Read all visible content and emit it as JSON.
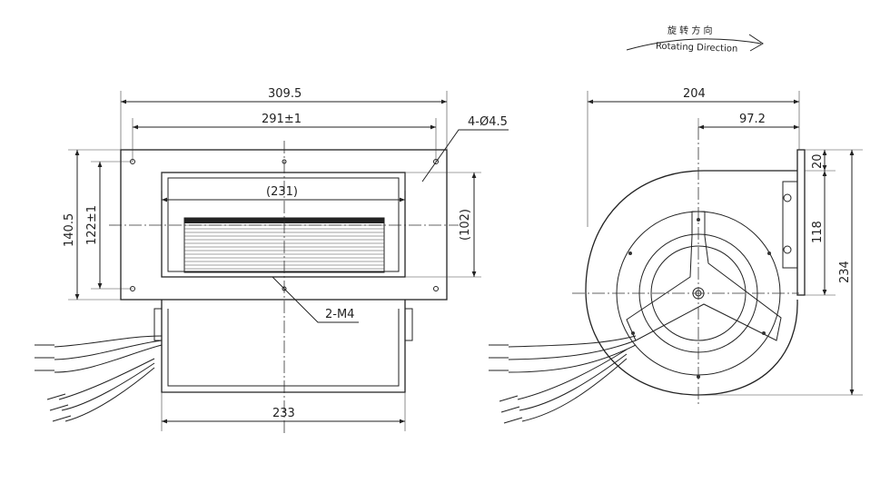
{
  "rotation": {
    "label_cn": "旋 转 方 向",
    "label_en": "Rotating Direction"
  },
  "front_view": {
    "overall_width": "309.5",
    "hole_spacing_width": "291±1",
    "holes": "4-Ø4.5",
    "overall_height": "140.5",
    "hole_spacing_height": "122±1",
    "outlet_width": "(231)",
    "outlet_height": "(102)",
    "threads": "2-M4",
    "motor_width": "233"
  },
  "side_view": {
    "overall_depth": "204",
    "center_offset": "97.2",
    "flange_top": "20",
    "flange_height": "118",
    "overall_height": "234"
  }
}
